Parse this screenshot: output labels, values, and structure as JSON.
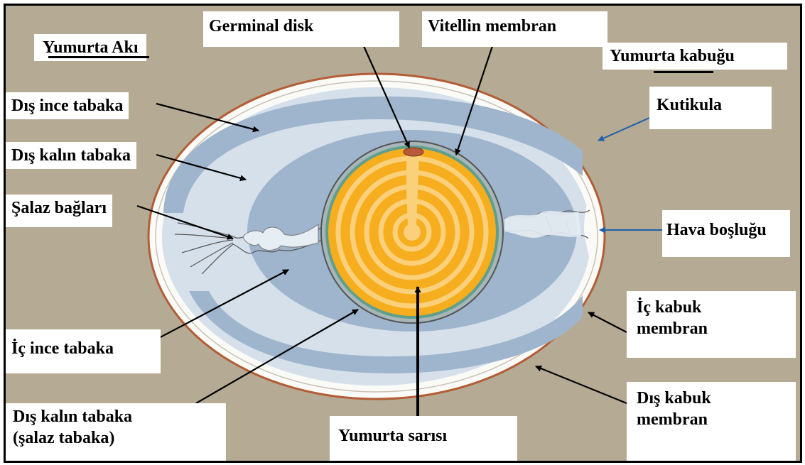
{
  "labels": {
    "yumurta_aki": "Yumurta Akı",
    "germinal_disk": "Germinal disk",
    "vitellin_membran": "Vitellin membran",
    "yumurta_kabugu": "Yumurta kabuğu",
    "dis_ince_tabaka": "Dış ince tabaka",
    "kutikula": "Kutikula",
    "dis_kalin_tabaka": "Dış kalın tabaka",
    "salaz_baglari": "Şalaz bağları",
    "hava_boslugu": "Hava boşluğu",
    "ic_kabuk_membran": [
      "İç kabuk",
      "membran"
    ],
    "ic_ince_tabaka": "İç ince tabaka",
    "dis_kabuk_membran": [
      "Dış kabuk",
      "membran"
    ],
    "dis_kalin_tabaka_salaz": [
      "Dış kalın tabaka",
      "(şalaz tabaka)"
    ],
    "yumurta_sarisi": "Yumurta sarısı"
  },
  "colors": {
    "background": "#b5aa94",
    "shell": "#fafaf7",
    "cuticle": "#b35c35",
    "albumen_light": "#d6e0ea",
    "albumen_dark": "#9fb5cd",
    "yolk_dark": "#f6ad1e",
    "yolk_light": "#fbd07a",
    "blue_arrow": "#1f5fa8"
  }
}
